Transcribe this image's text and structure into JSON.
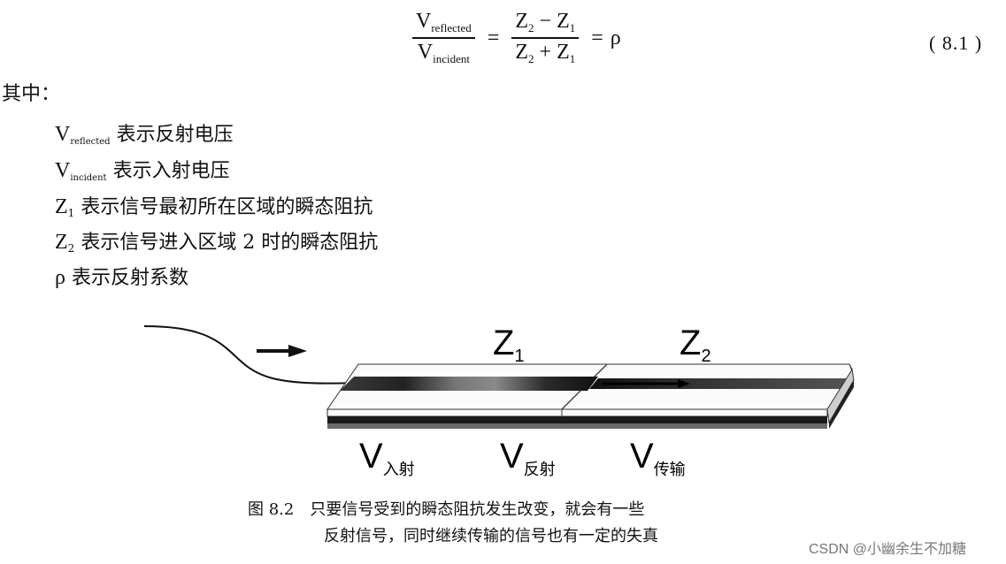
{
  "equation": {
    "lhs_num_base": "V",
    "lhs_num_sub": "reflected",
    "lhs_den_base": "V",
    "lhs_den_sub": "incident",
    "equals": "=",
    "rhs_num": {
      "a": "Z",
      "a_sub": "2",
      "op": "−",
      "b": "Z",
      "b_sub": "1"
    },
    "rhs_den": {
      "a": "Z",
      "a_sub": "2",
      "op": "+",
      "b": "Z",
      "b_sub": "1"
    },
    "equals2": "=",
    "result": "ρ",
    "number": "( 8.1 )"
  },
  "intro": "其中：",
  "definitions": [
    {
      "sym": "V",
      "sub": "reflected",
      "text": "表示反射电压"
    },
    {
      "sym": "V",
      "sub": "incident",
      "text": "表示入射电压"
    },
    {
      "sym": "Z",
      "sub": "1",
      "text": "表示信号最初所在区域的瞬态阻抗"
    },
    {
      "sym": "Z",
      "sub": "2",
      "text": "表示信号进入区域 2 时的瞬态阻抗"
    },
    {
      "sym": "ρ",
      "sub": "",
      "text": "表示反射系数"
    }
  ],
  "figure": {
    "z1": {
      "base": "Z",
      "sub": "1"
    },
    "z2": {
      "base": "Z",
      "sub": "2"
    },
    "v_incident": {
      "base": "V",
      "sub": "入射"
    },
    "v_reflected": {
      "base": "V",
      "sub": "反射"
    },
    "v_transmitted": {
      "base": "V",
      "sub": "传输"
    }
  },
  "caption": {
    "line1": "图 8.2　只要信号受到的瞬态阻抗发生改变，就会有一些",
    "line2": "反射信号，同时继续传输的信号也有一定的失真"
  },
  "watermark": "CSDN @小幽余生不加糖"
}
